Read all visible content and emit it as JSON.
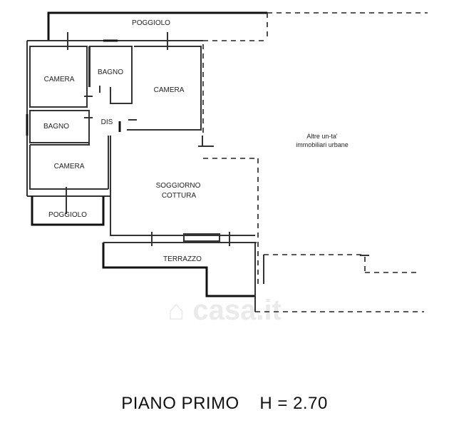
{
  "rooms": {
    "poggiolo_top": "POGGIOLO",
    "camera_1": "CAMERA",
    "bagno_1": "BAGNO",
    "camera_2": "CAMERA",
    "bagno_2": "BAGNO",
    "dis": "DIS",
    "camera_3": "CAMERA",
    "soggiorno": "SOGGIORNO",
    "cottura": "COTTURA",
    "poggiolo_bottom": "POGGIOLO",
    "terrazzo": "TERRAZZO"
  },
  "note": {
    "line1": "Altre un-ta'",
    "line2": "immobiliari urbane"
  },
  "watermark": "casa.it",
  "title": "PIANO PRIMO    H = 2.70"
}
